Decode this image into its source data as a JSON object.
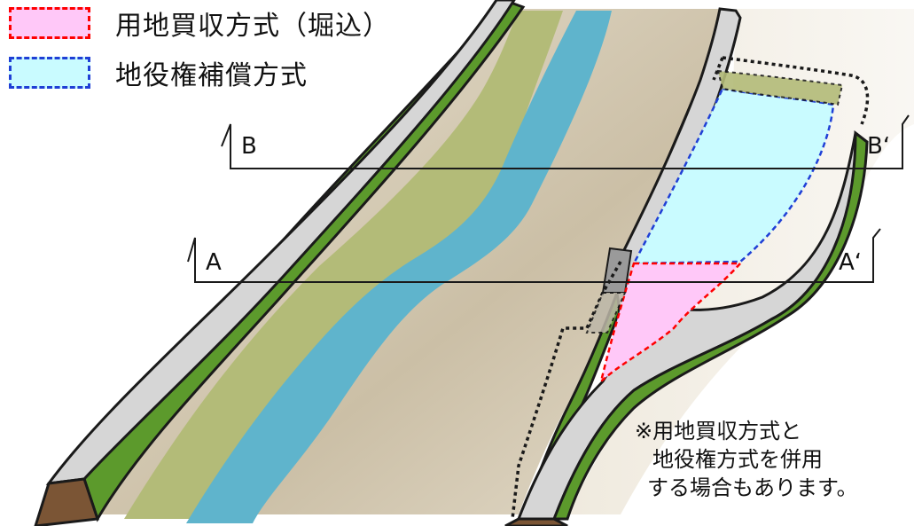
{
  "legend": {
    "items": [
      {
        "label": "用地買収方式（堀込）",
        "color": "#ff0000",
        "fill": "#ffc8f8"
      },
      {
        "label": "地役権補償方式",
        "color": "#1f3fd6",
        "fill": "#c9fbff"
      }
    ]
  },
  "sections": [
    {
      "start": "B",
      "end": "B‘"
    },
    {
      "start": "A",
      "end": "A‘"
    }
  ],
  "note": {
    "lines": [
      "※用地買収方式と",
      "地役権方式を併用",
      "する場合もあります。"
    ]
  },
  "colors": {
    "levee_top": "#d6d6d6",
    "levee_slope": "#5c9a2c",
    "levee_end": "#7b5535",
    "floodplain_green": "#b3bb78",
    "river": "#5fb4cc",
    "riverbed": "#cdc1aa",
    "outline": "#1a1a1a",
    "purchase_red": "#ff0000",
    "easement_blue": "#1f3fd6"
  }
}
